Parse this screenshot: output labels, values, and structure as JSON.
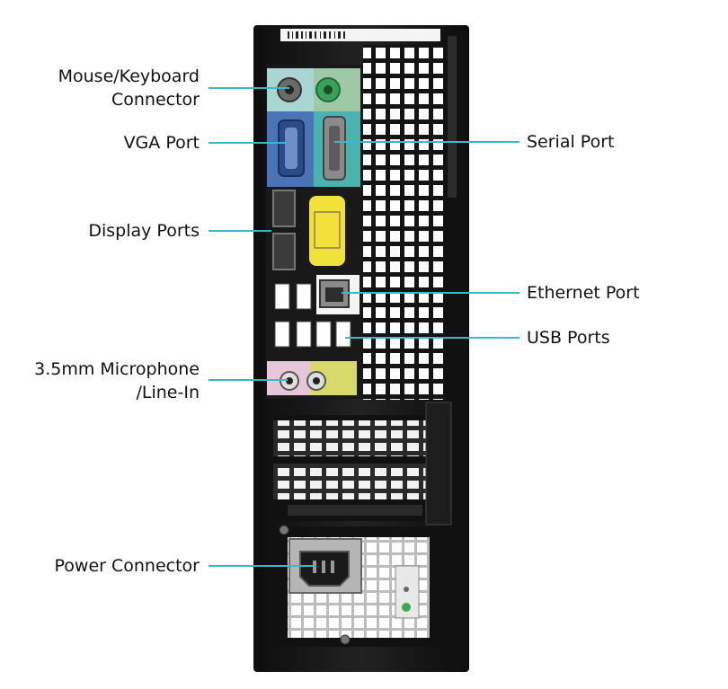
{
  "labels": {
    "mouse_keyboard": [
      "Mouse/Keyboard",
      "Connector"
    ],
    "vga": "VGA Port",
    "display_ports": "Display Ports",
    "microphone": [
      "3.5mm  Microphone",
      "/Line-In"
    ],
    "power": "Power Connector",
    "serial": "Serial Port",
    "ethernet": "Ethernet Port",
    "usb": "USB Ports"
  },
  "colors": {
    "leader_line": "#3ab8c8",
    "chassis": "#1c1c1c",
    "ps2_mouse": "#a9d6d3",
    "ps2_keyboard": "#9fc9a6",
    "vga_panel": "#4a73b8",
    "serial_panel": "#49b3b0",
    "audio_panel": "#e6c7da",
    "lineout_panel": "#d7d96a",
    "sticker": "#f1e13a"
  }
}
